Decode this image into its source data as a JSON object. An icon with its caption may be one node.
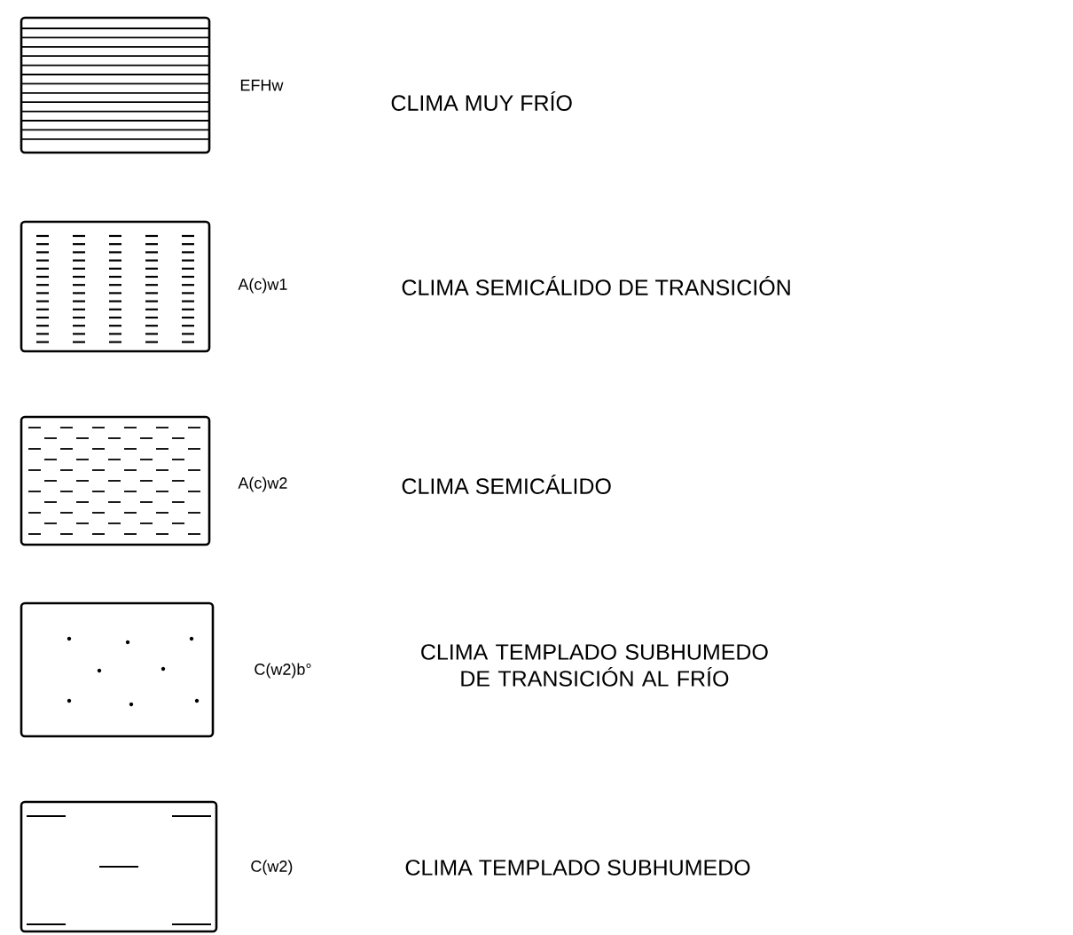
{
  "diagram": {
    "labels": [
      "EFHw",
      "A(c)w1",
      "A(c)w2",
      "C(w2)b°",
      "C(w2)"
    ],
    "legend": [
      {
        "text": "CLIMA MUY FRÍO"
      },
      {
        "text": "CLIMA SEMICÁLIDO DE TRANSICIÓN"
      },
      {
        "text": "CLIMA SEMICÁLIDO"
      },
      {
        "text": "CLIMA TEMPLADO SUBHUMEDO DE TRANSICIÓN AL FRÍO"
      },
      {
        "text": "CLIMA TEMPLADO SUBHUMEDO"
      }
    ]
  }
}
